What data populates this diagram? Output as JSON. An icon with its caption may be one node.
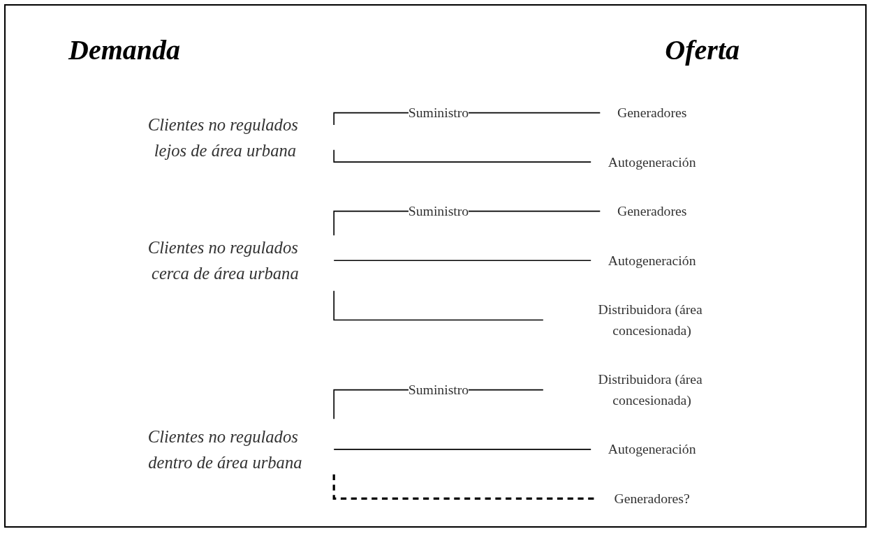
{
  "diagram": {
    "nodes": [
      {
        "text": [
          "Clientes no regulados lejos de área urbana"
        ]
      },
      {
        "text": [
          "Generadores"
        ]
      },
      {
        "text": [
          "Autogeneración"
        ]
      },
      {
        "text": [
          "Clientes no regulados cerca de área urbana"
        ]
      },
      {
        "text": [
          "Generadores"
        ]
      },
      {
        "text": [
          "Autogeneración"
        ]
      },
      {
        "text": [
          "Distribuidora (área concesionada)"
        ]
      },
      {
        "text": [
          "Clientes no regulados dentro de área urbana"
        ]
      },
      {
        "text": [
          "Distribuidora (área concesionada)"
        ]
      },
      {
        "text": [
          "Autogeneración"
        ]
      },
      {
        "text": [
          "Generadores?"
        ]
      }
    ],
    "edges": [
      {
        "from": 0,
        "to": 1,
        "arrow": "none",
        "label": "Suministro"
      },
      {
        "from": 0,
        "to": 2,
        "arrow": "none"
      },
      {
        "from": 3,
        "to": 4,
        "arrow": "none",
        "label": "Suministro"
      },
      {
        "from": 3,
        "to": 5,
        "arrow": "none"
      },
      {
        "from": 3,
        "to": 6,
        "arrow": "none"
      },
      {
        "from": 7,
        "to": 8,
        "arrow": "none",
        "label": "Suministro"
      },
      {
        "from": 7,
        "to": 9,
        "arrow": "none"
      },
      {
        "from": 7,
        "to": 10,
        "arrow": "none",
        "style": "dashed"
      }
    ],
    "labels": [
      "Demanda",
      "Oferta"
    ]
  }
}
